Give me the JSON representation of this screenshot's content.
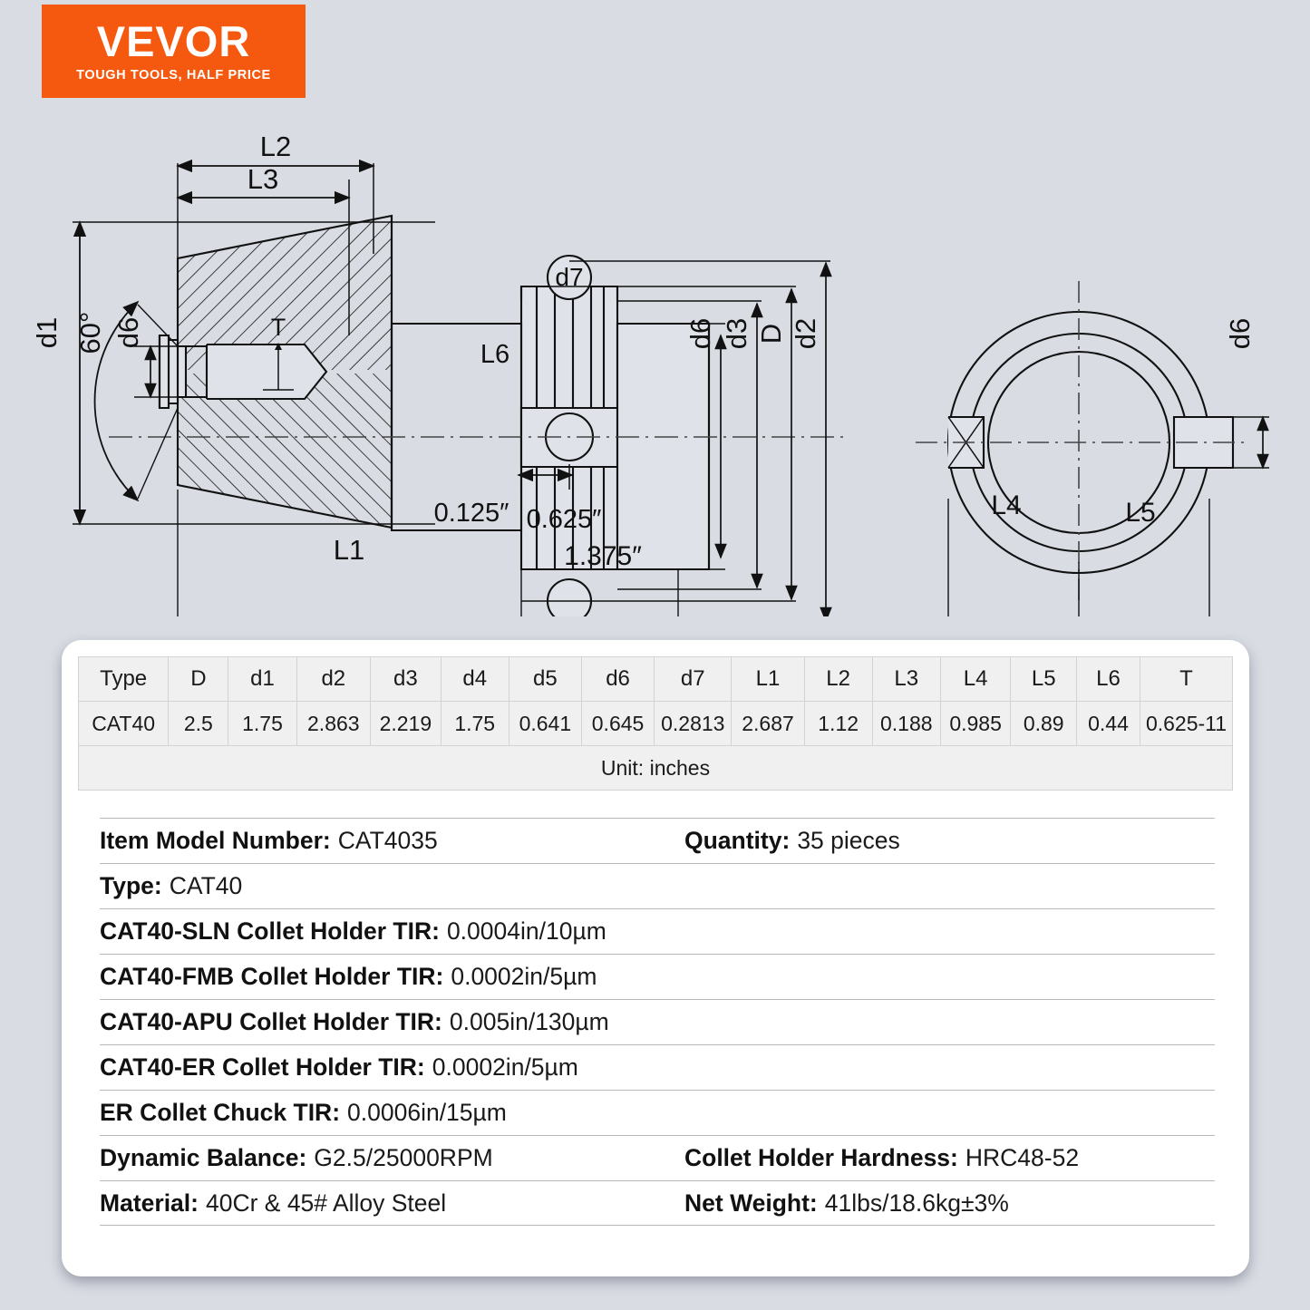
{
  "logo": {
    "word": "VEVOR",
    "tagline": "TOUGH TOOLS, HALF PRICE",
    "bg": "#f4590f"
  },
  "drawing": {
    "labels": {
      "l2": "L2",
      "l3": "L3",
      "l1": "L1",
      "l6": "L6",
      "l4": "L4",
      "l5": "L5",
      "d1": "d1",
      "d2": "d2",
      "d3": "d3",
      "d6": "d6",
      "d6_bore": "d6",
      "d6_end": "d6",
      "d7": "d7",
      "D": "D",
      "T": "T",
      "angle": "60",
      "degree": "°",
      "in_0125": "0.125″",
      "in_0625": "0.625″",
      "in_1375": "1.375″"
    }
  },
  "table": {
    "headers": [
      "Type",
      "D",
      "d1",
      "d2",
      "d3",
      "d4",
      "d5",
      "d6",
      "d7",
      "L1",
      "L2",
      "L3",
      "L4",
      "L5",
      "L6",
      "T"
    ],
    "rows": [
      [
        "CAT40",
        "2.5",
        "1.75",
        "2.863",
        "2.219",
        "1.75",
        "0.641",
        "0.645",
        "0.2813",
        "2.687",
        "1.12",
        "0.188",
        "0.985",
        "0.89",
        "0.44",
        "0.625-11"
      ]
    ],
    "unit_note": "Unit: inches"
  },
  "specs": [
    {
      "left_label": "Item Model Number:",
      "left_value": "CAT4035",
      "right_label": "Quantity:",
      "right_value": "35 pieces"
    },
    {
      "left_label": "Type:",
      "left_value": "CAT40",
      "right_label": "",
      "right_value": ""
    },
    {
      "left_label": "CAT40-SLN Collet Holder TIR:",
      "left_value": "0.0004in/10µm",
      "right_label": "",
      "right_value": ""
    },
    {
      "left_label": "CAT40-FMB Collet Holder TIR:",
      "left_value": "0.0002in/5µm",
      "right_label": "",
      "right_value": ""
    },
    {
      "left_label": "CAT40-APU Collet Holder TIR:",
      "left_value": "0.005in/130µm",
      "right_label": "",
      "right_value": ""
    },
    {
      "left_label": "CAT40-ER Collet Holder TIR:",
      "left_value": "0.0002in/5µm",
      "right_label": "",
      "right_value": ""
    },
    {
      "left_label": "ER Collet Chuck TIR:",
      "left_value": "0.0006in/15µm",
      "right_label": "",
      "right_value": ""
    },
    {
      "left_label": "Dynamic Balance:",
      "left_value": "G2.5/25000RPM",
      "right_label": "Collet Holder Hardness:",
      "right_value": "HRC48-52"
    },
    {
      "left_label": "Material:",
      "left_value": "40Cr & 45# Alloy Steel",
      "right_label": "Net Weight:",
      "right_value": "41lbs/18.6kg±3%"
    }
  ]
}
